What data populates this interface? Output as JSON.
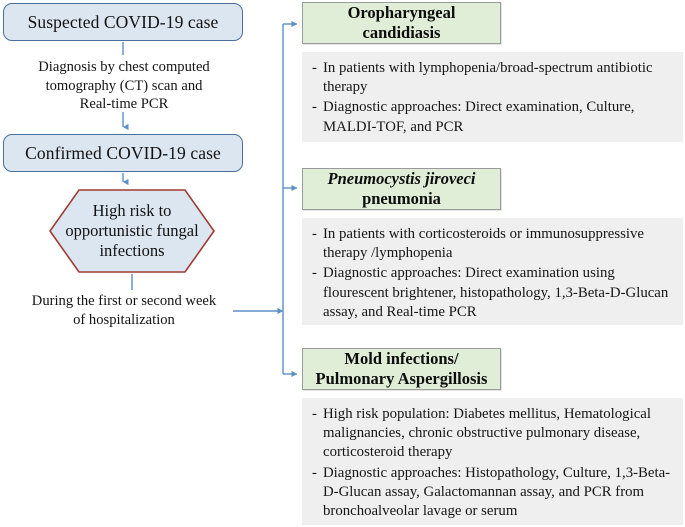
{
  "colors": {
    "pill_fill": "#dce6f1",
    "pill_border": "#4a6f9c",
    "hexagon_fill": "#dce6f1",
    "hexagon_border": "#a03b34",
    "green_fill": "#e0eed8",
    "green_border": "#9a9a9a",
    "detail_fill": "#efefef",
    "connector": "#5b8fc7"
  },
  "flow": {
    "start_node": "Suspected COVID-19 case",
    "edge_label_1": "Diagnosis by chest computed tomography (CT) scan and Real-time PCR",
    "edge_label_1_lines": [
      "Diagnosis by chest computed",
      "tomography (CT) scan and",
      "Real-time PCR"
    ],
    "second_node": "Confirmed COVID-19 case",
    "decision_node": "High risk to opportunistic fungal infections",
    "decision_node_lines": [
      "High risk to",
      "opportunistic fungal",
      "infections"
    ],
    "edge_label_2": "During the first or second week of hospitalization",
    "edge_label_2_lines": [
      "During the first or second week",
      "of hospitalization"
    ]
  },
  "branches": [
    {
      "title_lines": [
        "Oropharyngeal",
        "candidiasis"
      ],
      "title_plain": "Oropharyngeal candidiasis",
      "italic_part": "",
      "bullets": [
        "In patients with lymphopenia/broad-spectrum antibiotic therapy",
        "Diagnostic approaches: Direct examination, Culture, MALDI-TOF, and PCR"
      ]
    },
    {
      "title_lines": [
        "Pneumocystis jiroveci",
        "pneumonia"
      ],
      "title_plain": "Pneumocystis jiroveci pneumonia",
      "italic_part": "Pneumocystis jiroveci",
      "bullets": [
        "In patients with corticosteroids or immunosuppressive therapy /lymphopenia",
        "Diagnostic approaches: Direct examination using flourescent brightener, histopathology, 1,3-Beta-D-Glucan assay, and Real-time PCR"
      ]
    },
    {
      "title_lines": [
        "Mold infections/",
        "Pulmonary Aspergillosis"
      ],
      "title_plain": "Mold infections/ Pulmonary Aspergillosis",
      "italic_part": "",
      "bullets": [
        "High risk population: Diabetes mellitus, Hematological malignancies, chronic obstructive pulmonary disease, corticosteroid therapy",
        "Diagnostic approaches: Histopathology, Culture, 1,3-Beta-D-Glucan assay, Galactomannan assay, and PCR from bronchoalveolar lavage or serum"
      ]
    }
  ]
}
